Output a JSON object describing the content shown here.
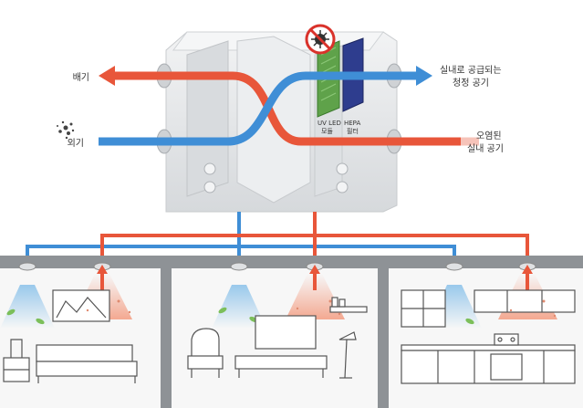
{
  "labels": {
    "exhaust": "배기",
    "outdoor_air": "외기",
    "supply_l1": "실내로 공급되는",
    "supply_l2": "청정 공기",
    "polluted_l1": "오염된",
    "polluted_l2": "실내 공기",
    "uv_l1": "UV LED",
    "uv_l2": "모듈",
    "hepa_l1": "HEPA",
    "hepa_l2": "필터"
  },
  "icons": [
    "virus-prohibited-icon",
    "dust-particles-icon",
    "ceiling-diffuser-icon",
    "bed-icon",
    "armchair-icon",
    "tv-icon",
    "kitchen-cabinets-icon",
    "floor-lamp-icon"
  ],
  "colors": {
    "exhaust_red": "#e8563a",
    "fresh_blue": "#3f8ed6",
    "light_red": "#f3a086",
    "light_blue": "#8ec3ea",
    "housing": "#e6e8ea",
    "wall_gray": "#8e9296",
    "uv_green": "#5fa24a",
    "hepa_navy": "#2e3d8e",
    "prohibit_red": "#d9322b"
  }
}
